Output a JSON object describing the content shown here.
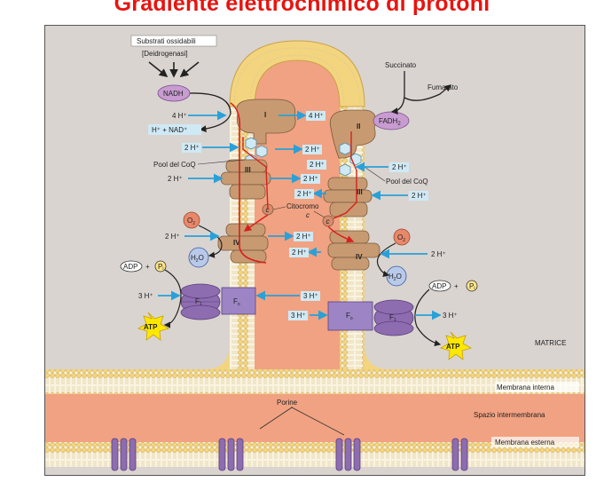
{
  "title": "Gradiente elettrochimico di protoni",
  "labels": {
    "substrati": "Substrati ossidabili",
    "deidrogenasi": "[Deidrogenasi]",
    "nadh": "NADH",
    "succinato": "Succinato",
    "fumarato": "Fumarato",
    "fadh2": "FADH",
    "fadh2_sub": "2",
    "h_nad": "H⁺ + NAD⁺",
    "pool_coq_left": "Pool del CoQ",
    "pool_coq_right": "Pool del CoQ",
    "citocromo": "Citocromo",
    "citocromo_c": "c",
    "cyt_c_letter": "c",
    "o2": "O",
    "o2_sub": "2",
    "h2o": "H",
    "h2o_sub": "2",
    "h2o_o": "O",
    "adp": "ADP",
    "pi": "P",
    "pi_sub": "i",
    "plus": "+",
    "atp": "ATP",
    "f1": "F",
    "f1_sub": "1",
    "fo": "F",
    "fo_sub": "o",
    "matrice": "MATRICE",
    "membrana_interna": "Membrana interna",
    "spazio_intermembrana": "Spazio intermembrana",
    "membrana_esterna": "Membrana esterna",
    "porine": "Porine",
    "complex_I": "I",
    "complex_II": "II",
    "complex_III": "III",
    "complex_IV": "IV"
  },
  "protons": {
    "h4_left_in": "4 H⁺",
    "h4_left_out": "4 H⁺",
    "h2_a": "2 H⁺",
    "h2_b": "2 H⁺",
    "h2_c": "2 H⁺",
    "h2_d": "2 H⁺",
    "h2_e": "2 H⁺",
    "h2_f": "2 H⁺",
    "h2_g": "2 H⁺",
    "h2_h": "2 H⁺",
    "h2_i": "2 H⁺",
    "h2_j": "2 H⁺",
    "h2_k": "2 H⁺",
    "h2_l": "2 H⁺",
    "h3_a": "3 H⁺",
    "h3_b": "3 H⁺",
    "h3_c": "3 H⁺",
    "h3_d": "3 H⁺"
  },
  "colors": {
    "title": "#e8140f",
    "background": "#d9d4d0",
    "intermembrane": "#f1a282",
    "lipid_head": "#f4d58a",
    "protein": "#c79a72",
    "atp_synthase": "#8d6cb0",
    "proton_arrow": "#2aa0d8",
    "electron_path": "#d8201c",
    "atp_star": "#ffe800",
    "o2_circle": "#e8876a",
    "h2o_circle": "#b9c9ea"
  }
}
